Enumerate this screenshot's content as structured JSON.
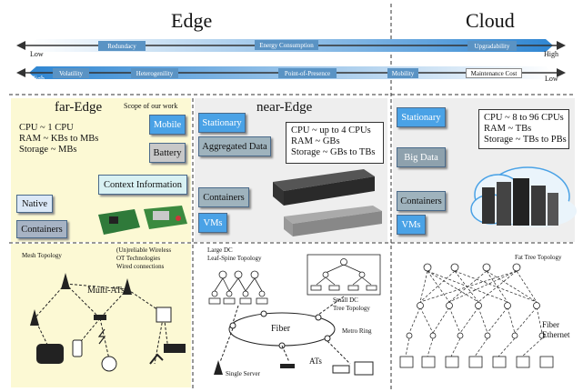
{
  "headings": {
    "edge": "Edge",
    "cloud": "Cloud"
  },
  "bars": {
    "top": {
      "left_end": "Low",
      "right_end": "High",
      "labels": [
        "Redundacy",
        "Energy Consumption",
        "Upgradability"
      ]
    },
    "bottom": {
      "left_end": "High",
      "right_end": "Low",
      "labels": [
        "Volatility",
        "Heterogenility",
        "Point-of-Presence",
        "Mobility",
        "Maintenance Cost"
      ]
    }
  },
  "far_edge": {
    "title": "far-Edge",
    "scope": "Scope of our work",
    "specs": [
      "CPU ~ 1 CPU",
      "RAM ~ KBs to MBs",
      "Storage ~ MBs"
    ],
    "tags": {
      "mobile": "Mobile",
      "battery": "Battery",
      "context": "Context Information",
      "native": "Native",
      "containers": "Containers"
    }
  },
  "near_edge": {
    "title": "near-Edge",
    "specs": [
      "CPU ~ up to 4 CPUs",
      "RAM ~ GBs",
      "Storage ~  GBs to TBs"
    ],
    "tags": {
      "stationary": "Stationary",
      "aggregated": "Aggregated Data",
      "containers": "Containers",
      "vms": "VMs"
    }
  },
  "cloud": {
    "specs": [
      "CPU ~ 8 to 96 CPUs",
      "RAM ~ TBs",
      "Storage ~ TBs to PBs"
    ],
    "tags": {
      "stationary": "Stationary",
      "bigdata": "Big Data",
      "containers": "Containers",
      "vms": "VMs"
    }
  },
  "topology": {
    "mesh": "Mesh Topology",
    "unreliable": [
      "(Un)reliable Wireless",
      "OT Technologies",
      "Wired connections"
    ],
    "multi_ats": "Multi-ATs",
    "large_dc": [
      "Large DC",
      "Leaf-Spine Topology"
    ],
    "small_dc": [
      "Small DC",
      "Tree  Topology"
    ],
    "fiber": "Fiber",
    "metro": "Metro Ring",
    "single_server": "Single Server",
    "ats": "ATs",
    "fat_tree": "Fat Tree Topology",
    "fiber_eth": [
      "Fiber",
      "Ethernet"
    ]
  },
  "colors": {
    "accent_blue": "#4aa2e6",
    "bar_blue": "#3d8fd4",
    "far_edge_bg": "#fcf9d4",
    "panel_gray": "#eeeeee"
  }
}
